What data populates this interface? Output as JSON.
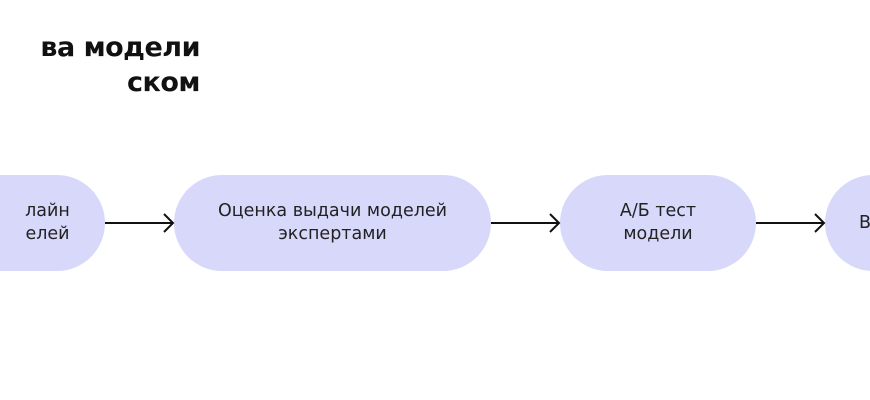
{
  "title": {
    "line1": "ва модели",
    "line2": "ском"
  },
  "nodes": [
    {
      "line1": "лайн",
      "line2": "елей"
    },
    {
      "line1": "Оценка выдачи моделей",
      "line2": "экспертами"
    },
    {
      "line1": "А/Б тест",
      "line2": "модели"
    },
    {
      "line1": "В",
      "line2": ""
    }
  ],
  "colors": {
    "node_fill": "#d8d8fb",
    "arrow": "#111111",
    "text": "#222222"
  }
}
